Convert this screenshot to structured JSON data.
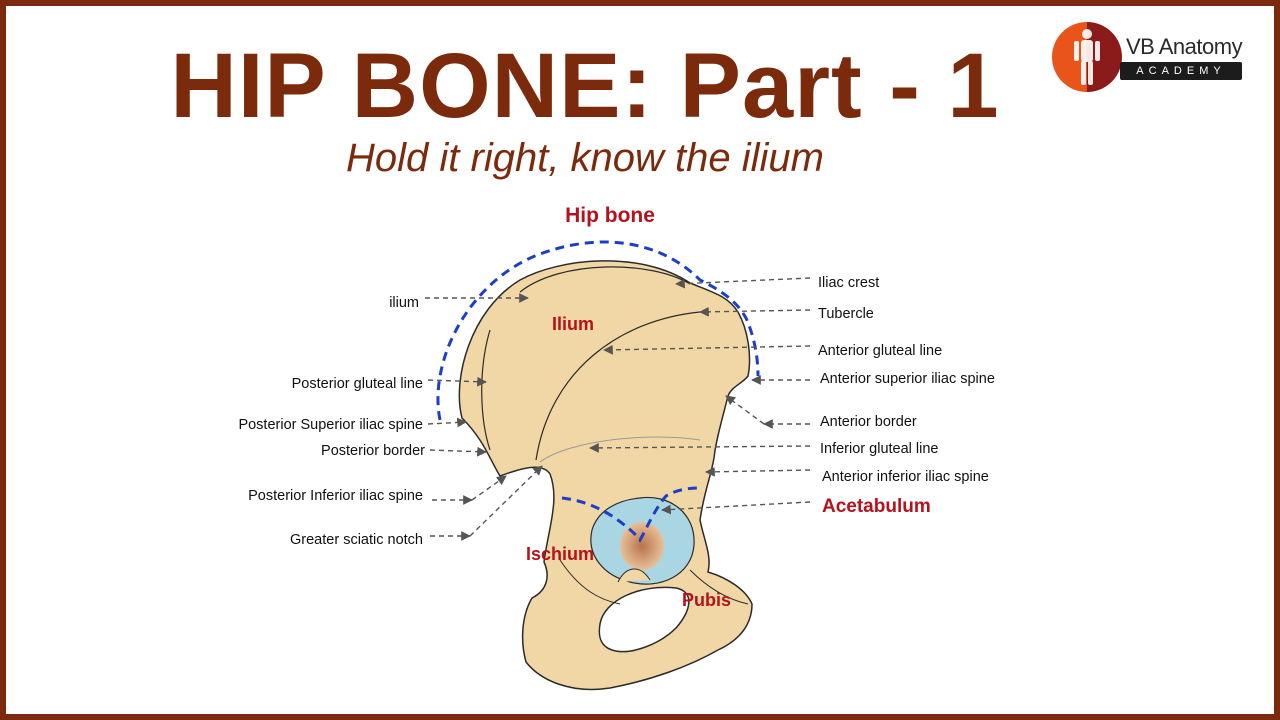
{
  "title": "HIP BONE: Part - 1",
  "subtitle": "Hold it right, know the ilium",
  "logo": {
    "name": "VB Anatomy",
    "sub": "ACADEMY"
  },
  "diagram": {
    "main_label": "Hip bone",
    "regions": {
      "ilium": "Ilium",
      "ischium": "Ischium",
      "pubis": "Pubis"
    },
    "left_labels": {
      "ilium": "ilium",
      "posterior_gluteal_line": "Posterior gluteal line",
      "psis": "Posterior Superior  iliac spine",
      "posterior_border": "Posterior border",
      "piis": "Posterior Inferior  iliac spine",
      "greater_sciatic_notch": "Greater sciatic notch"
    },
    "right_labels": {
      "iliac_crest": "Iliac crest",
      "tubercle": "Tubercle",
      "anterior_gluteal_line": "Anterior gluteal line",
      "asis": "Anterior superior iliac spine",
      "anterior_border": "Anterior border",
      "inferior_gluteal_line": "Inferior gluteal line",
      "aiis": "Anterior inferior iliac spine",
      "acetabulum": "Acetabulum"
    }
  },
  "colors": {
    "title": "#7b2b0c",
    "frame": "#7a2a0e",
    "bone": "#f2d7a6",
    "acetabulum": "#a9d6e2",
    "fossa": "#c58a5c",
    "highlight": "#1d3fc7",
    "label_red": "#b5121b"
  }
}
